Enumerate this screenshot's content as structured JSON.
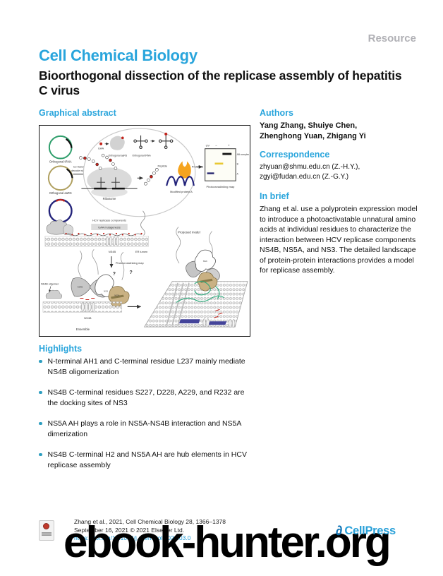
{
  "page": {
    "kicker": "Resource",
    "journal": "Cell Chemical Biology",
    "title": "Bioorthogonal dissection of the replicase assembly of hepatitis C virus"
  },
  "colors": {
    "accent_blue": "#29a5dc",
    "bullet_teal": "#2e9ec0",
    "kicker_gray": "#b0b0b5",
    "doi_blue": "#1f9ad6",
    "watermark_black": "#000000",
    "uaa_red": "#c0392b",
    "protein_b_orange": "#f5a41f",
    "protein_a_navy": "#23237a",
    "ns5a_tan": "#c9b183",
    "rna_green": "#2aa879"
  },
  "graphical_abstract": {
    "heading": "Graphical abstract",
    "labels": {
      "plasmid_trna": "Orthogonal tRNA",
      "plasmid_aars": "Orthogonal aaRS",
      "plasmid_protein_a": "Protein A",
      "cotranslation_1": "Co-translation",
      "cotranslation_2": "decode with UAA",
      "uaa": "UAA",
      "orth_aars": "Orthogonal aaRS",
      "orth_trna": "Orthogonal tRNA",
      "ribosome": "Ribosome",
      "peptide": "Peptide",
      "protein_b": "Protein B",
      "modified_protein_a": "Modified protein A",
      "uv": "UV",
      "lane_minus": "−",
      "lane_plus": "+",
      "band_ab": "AB complex",
      "band_b": "B",
      "band_a": "A",
      "gel_caption": "Photocrosslinking map",
      "hcv_components": "HCV replicase components",
      "uaa_mutagenesis": "UAA mutagenesis",
      "ns4b_membrane": "NS4B",
      "er_lumen": "ER lumen",
      "photomap": "Photocrosslinking map",
      "ns4b_oligomer": "NS4B oligomer",
      "ns4b_1": "NS4B",
      "ns4b_2": "NS4B",
      "ns3": "NS3",
      "ns5a": "NS5A",
      "q1": "?",
      "q2": "?",
      "ns4b_ensemble": "NS4B",
      "ensemble": "Ensemble",
      "proposed_model": "Proposed model",
      "ns3_model": "NS3"
    }
  },
  "highlights": {
    "heading": "Highlights",
    "items": [
      "N-terminal AH1 and C-terminal residue L237 mainly mediate NS4B oligomerization",
      "NS4B C-terminal residues S227, D228, A229, and R232 are the docking sites of NS3",
      "NS5A AH plays a role in NS5A-NS4B interaction and NS5A dimerization",
      "NS4B C-terminal H2 and NS5A AH are hub elements in HCV replicase assembly"
    ]
  },
  "authors": {
    "heading": "Authors",
    "line1": "Yang Zhang, Shuiye Chen,",
    "line2": "Zhenghong Yuan, Zhigang Yi"
  },
  "correspondence": {
    "heading": "Correspondence",
    "line1": "zhyuan@shmu.edu.cn (Z.-H.Y.),",
    "line2": "zgyi@fudan.edu.cn (Z.-G.Y.)"
  },
  "in_brief": {
    "heading": "In brief",
    "text": "Zhang et al. use a polyprotein expression model to introduce a photoactivatable unnatural amino acids at individual residues to characterize the interaction between HCV replicase components NS4B, NS5A, and NS3. The detailed landscape of protein-protein interactions provides a model for replicase assembly."
  },
  "footer": {
    "citation_line1": "Zhang et al., 2021, Cell Chemical Biology 28, 1366–1378",
    "citation_line2": "September 16, 2021 © 2021 Elsevier Ltd.",
    "doi": "https://doi.org/10.1016/j.chembiol.2021.03.0",
    "logo_glyph": "∂",
    "logo_text": "CellPress"
  },
  "watermark": "ebook-hunter.org"
}
